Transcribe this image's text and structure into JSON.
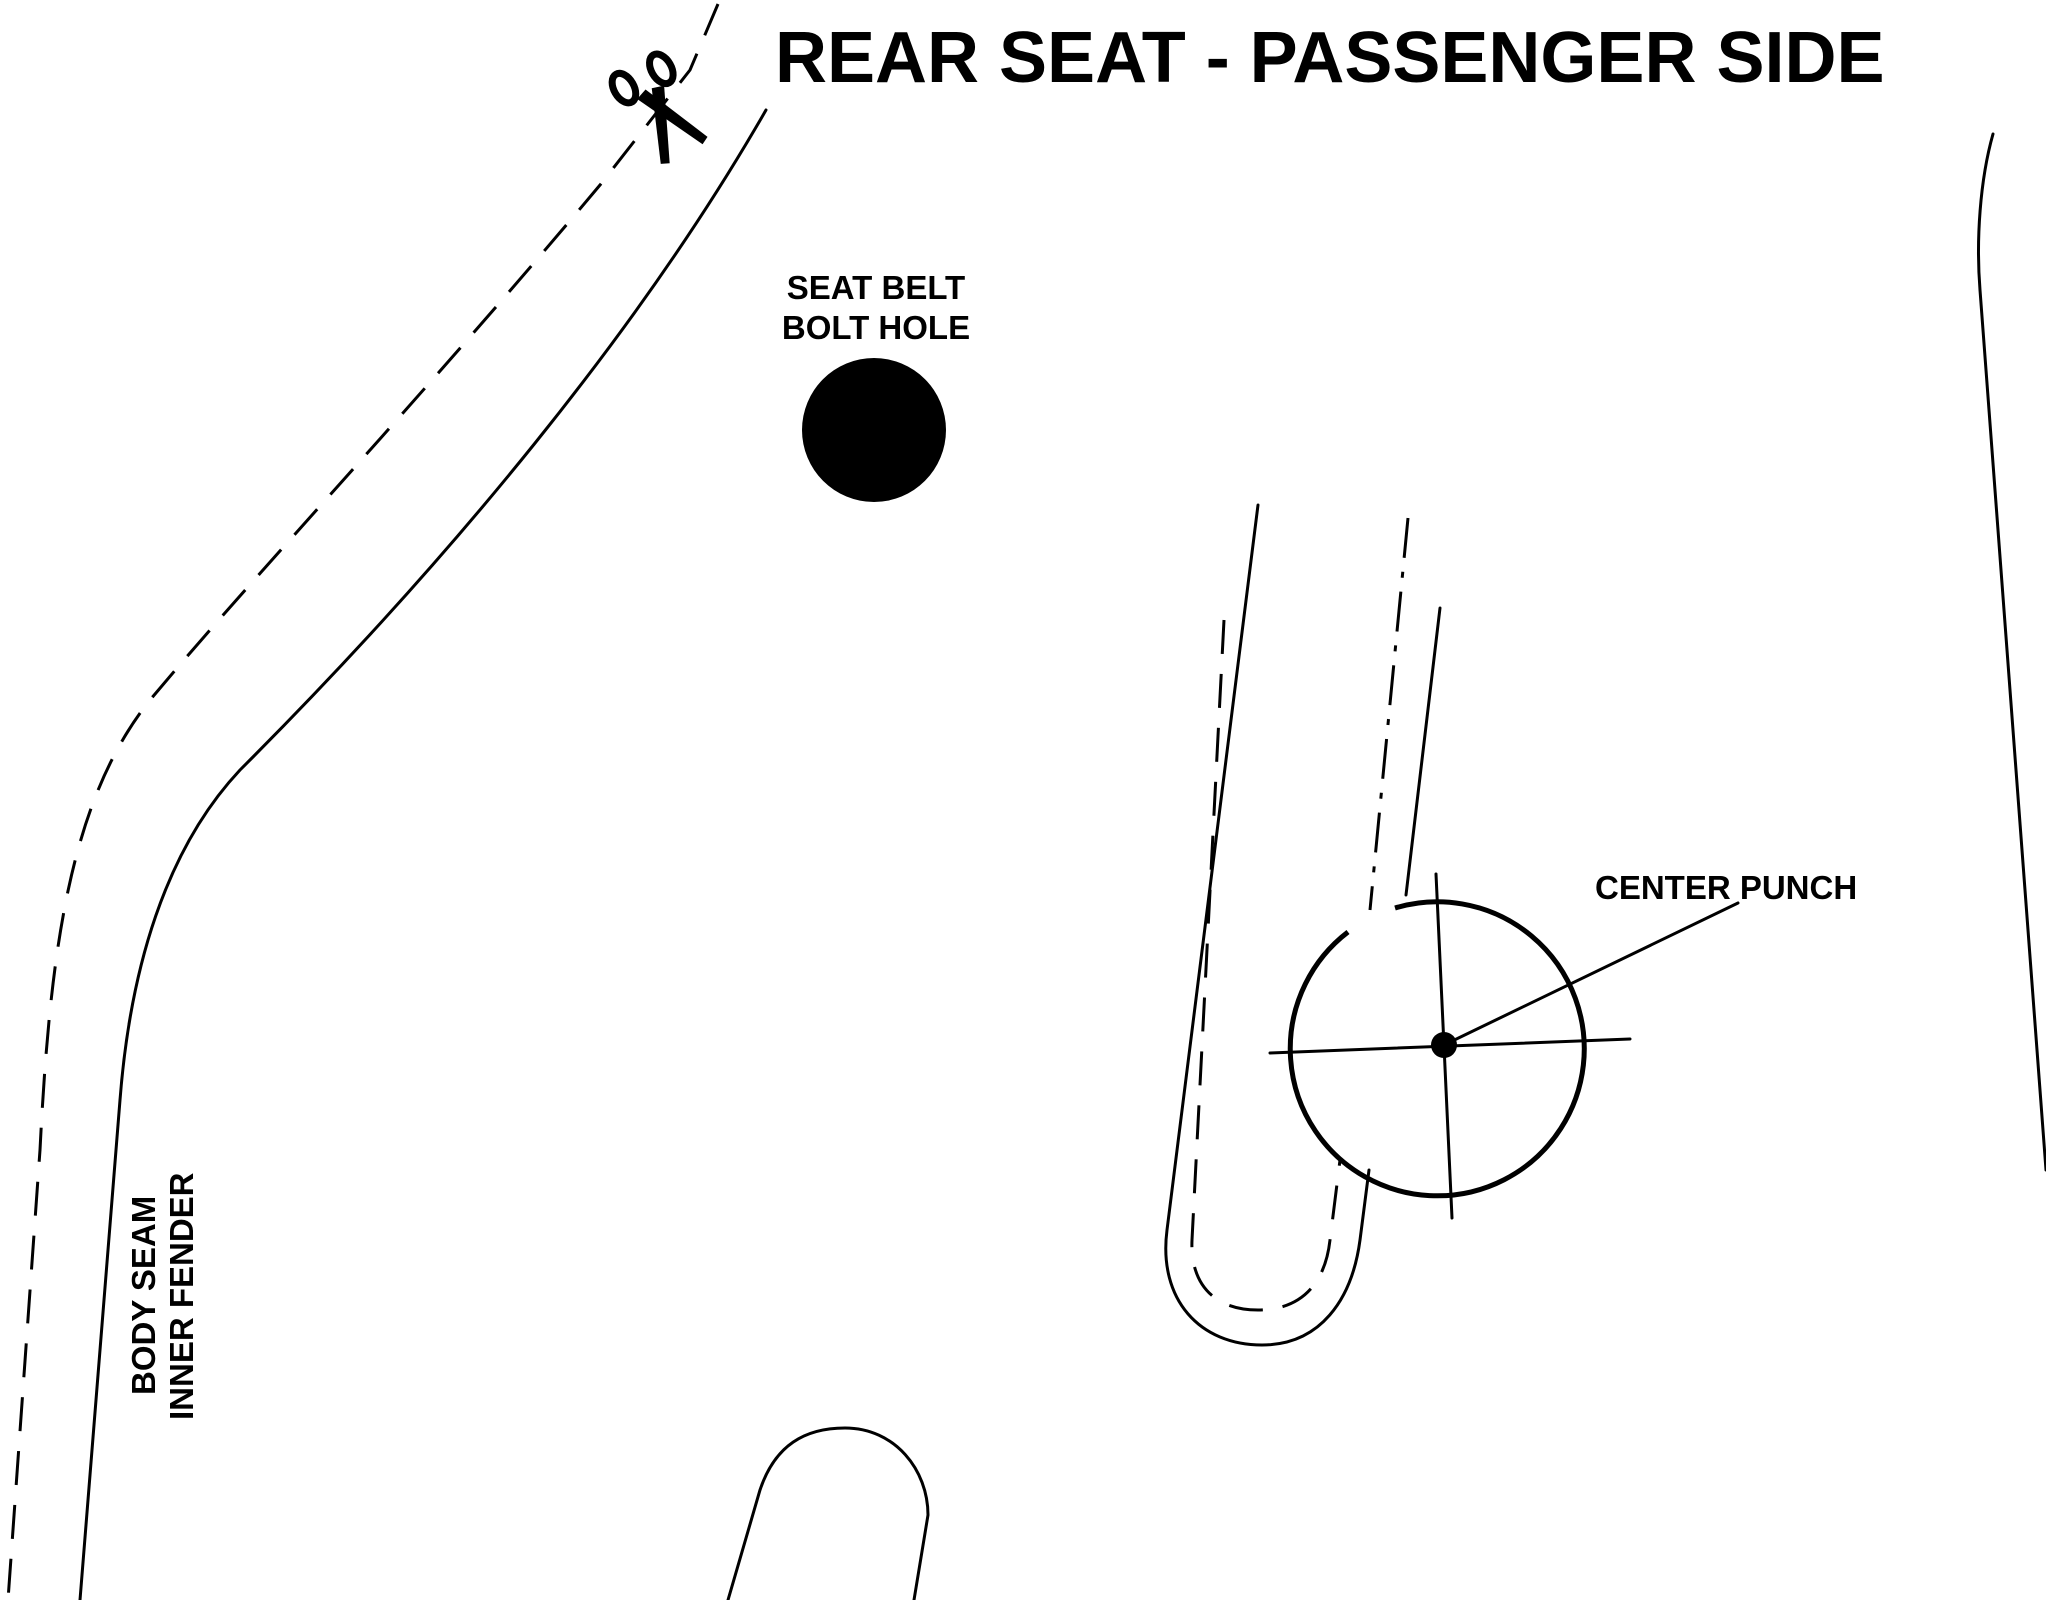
{
  "title": "REAR SEAT - PASSENGER SIDE",
  "labels": {
    "seat_belt_line1": "SEAT BELT",
    "seat_belt_line2": "BOLT HOLE",
    "center_punch": "CENTER PUNCH",
    "body_seam": "BODY SEAM",
    "inner_fender": "INNER FENDER"
  },
  "icons": {
    "cut_marker": "scissors-icon"
  }
}
